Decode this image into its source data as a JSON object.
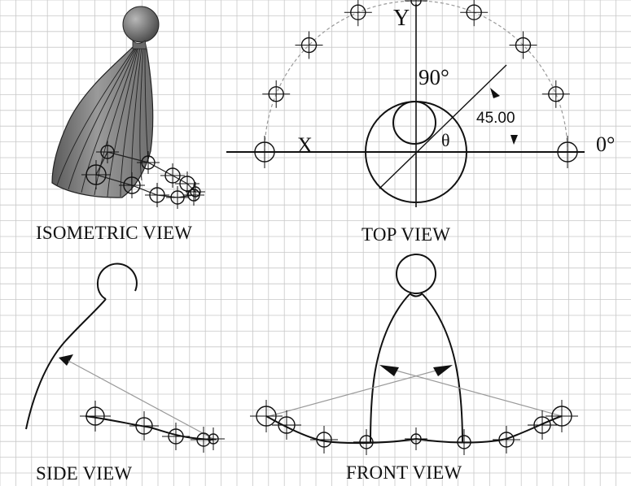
{
  "views": {
    "isometric": "ISOMETRIC VIEW",
    "top": "TOP VIEW",
    "side": "SIDE VIEW",
    "front": "FRONT VIEW"
  },
  "top_view": {
    "axis_y": "Y",
    "axis_x": "X",
    "angle_90": "90°",
    "angle_0": "0°",
    "angle_value": "45.00",
    "angle_symbol": "θ"
  },
  "colors": {
    "grid": "#c8c8c8",
    "ink": "#111111",
    "guide": "#9a9a9a",
    "shade": "#7b7b7b"
  }
}
